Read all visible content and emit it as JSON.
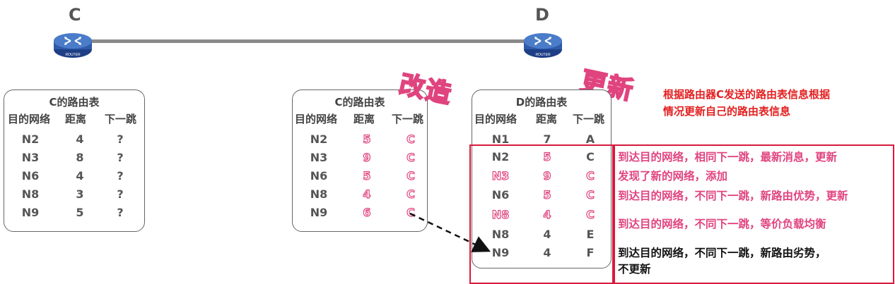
{
  "routers": {
    "left": {
      "label": "C",
      "icon": "router-icon",
      "caption": "ROUTER"
    },
    "right": {
      "label": "D",
      "icon": "router-icon",
      "caption": "ROUTER"
    }
  },
  "colors": {
    "accent_pink": "#e0447f",
    "red": "#e32020",
    "frame_red": "#d91a3c"
  },
  "table_c": {
    "title": "C的路由表",
    "headers": [
      "目的网络",
      "距离",
      "下一跳"
    ],
    "rows": [
      [
        "N2",
        "4",
        "?"
      ],
      [
        "N3",
        "8",
        "?"
      ],
      [
        "N6",
        "4",
        "?"
      ],
      [
        "N8",
        "3",
        "?"
      ],
      [
        "N9",
        "5",
        "?"
      ]
    ]
  },
  "table_c_mod": {
    "title": "C的路由表",
    "headers": [
      "目的网络",
      "距离",
      "下一跳"
    ],
    "rows": [
      [
        "N2",
        "5",
        "C"
      ],
      [
        "N3",
        "9",
        "C"
      ],
      [
        "N6",
        "5",
        "C"
      ],
      [
        "N8",
        "4",
        "C"
      ],
      [
        "N9",
        "6",
        "C"
      ]
    ]
  },
  "table_d": {
    "title": "D的路由表",
    "headers": [
      "目的网络",
      "距离",
      "下一跳"
    ],
    "rows": [
      [
        "N1",
        "7",
        "A"
      ],
      [
        "N2",
        "5",
        "C"
      ],
      [
        "N3",
        "9",
        "C"
      ],
      [
        "N6",
        "5",
        "C"
      ],
      [
        "N8",
        "4",
        "C"
      ],
      [
        "N8",
        "4",
        "E"
      ],
      [
        "N9",
        "4",
        "F"
      ]
    ]
  },
  "stamps": {
    "modify": "改造",
    "update": "更新"
  },
  "note": {
    "line1": "根据路由器C发送的路由表信息根据",
    "line2": "情况更新自己的路由表信息"
  },
  "annotations": {
    "a1": "到达目的网络，相同下一跳，最新消息，更新",
    "a2": "发现了新的网络，添加",
    "a3": "到达目的网络，不同下一跳，新路由优势，更新",
    "a4": "到达目的网络，不同下一跳，等价负载均衡",
    "a5_line1": "到达目的网络，不同下一跳，新路由劣势，",
    "a5_line2": "不更新"
  }
}
